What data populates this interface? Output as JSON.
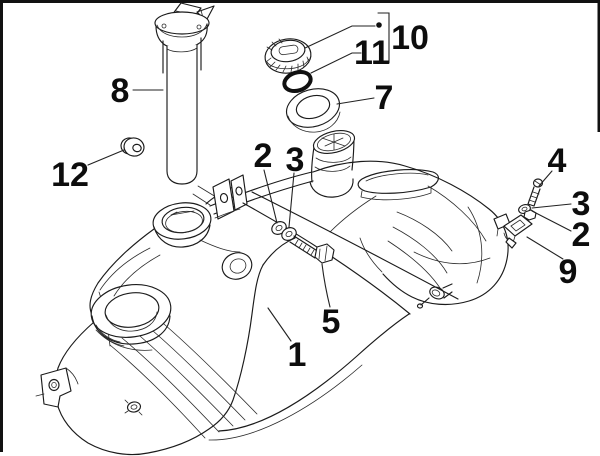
{
  "diagram_title": "fuel-tank-exploded-parts-diagram",
  "style": {
    "background": "#ffffff",
    "line_color": "#1b1b1b",
    "label_color": "#0d0d0d",
    "border_color": "#111111"
  },
  "labels": {
    "part8": "8",
    "part12": "12",
    "part10": "10",
    "part11": "11",
    "part7": "7",
    "part2_center": "2",
    "part3_center": "3",
    "part4": "4",
    "part3_right": "3",
    "part2_right": "2",
    "part9": "9",
    "part5": "5",
    "part1": "1"
  }
}
